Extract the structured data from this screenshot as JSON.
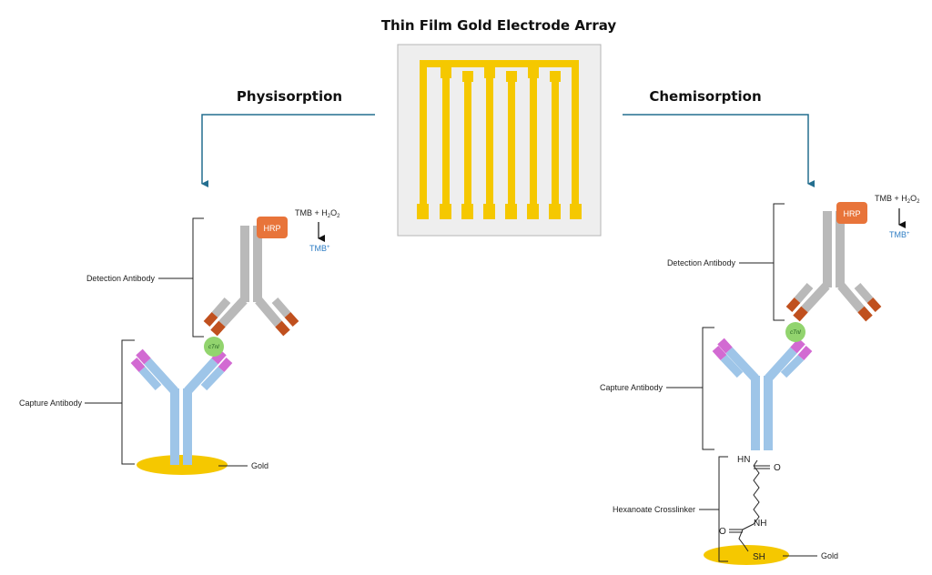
{
  "title": "Thin Film Gold Electrode Array",
  "left_panel": {
    "heading": "Physisorption",
    "labels": {
      "detection_antibody": "Detection Antibody",
      "capture_antibody": "Capture Antibody",
      "gold": "Gold"
    },
    "hrp": "HRP",
    "ctni": "cTnI",
    "reaction": {
      "reactant": "TMB + H",
      "h_sub": "2",
      "o": "O",
      "o_sub": "2",
      "product": "TMB",
      "product_sup": "+"
    }
  },
  "right_panel": {
    "heading": "Chemisorption",
    "labels": {
      "detection_antibody": "Detection Antibody",
      "capture_antibody": "Capture Antibody",
      "crosslinker": "Hexanoate Crosslinker",
      "gold": "Gold"
    },
    "hrp": "HRP",
    "ctni": "cTnI",
    "reaction": {
      "reactant": "TMB + H",
      "h_sub": "2",
      "o": "O",
      "o_sub": "2",
      "product": "TMB",
      "product_sup": "+"
    },
    "chem_labels": {
      "nh_top": "HN",
      "o_top": "O",
      "nh_bottom": "NH",
      "o_bottom": "O",
      "sh": "SH"
    }
  },
  "colors": {
    "gold": "#f5c800",
    "electrode_bg": "#eeeeee",
    "arrow": "#236e8f",
    "capture_antibody": "#9ec5e8",
    "capture_tip": "#d26ad2",
    "detection_antibody": "#b9b9b9",
    "detection_tip": "#c0501e",
    "hrp": "#e8743a",
    "ctni": "#92d46e"
  }
}
